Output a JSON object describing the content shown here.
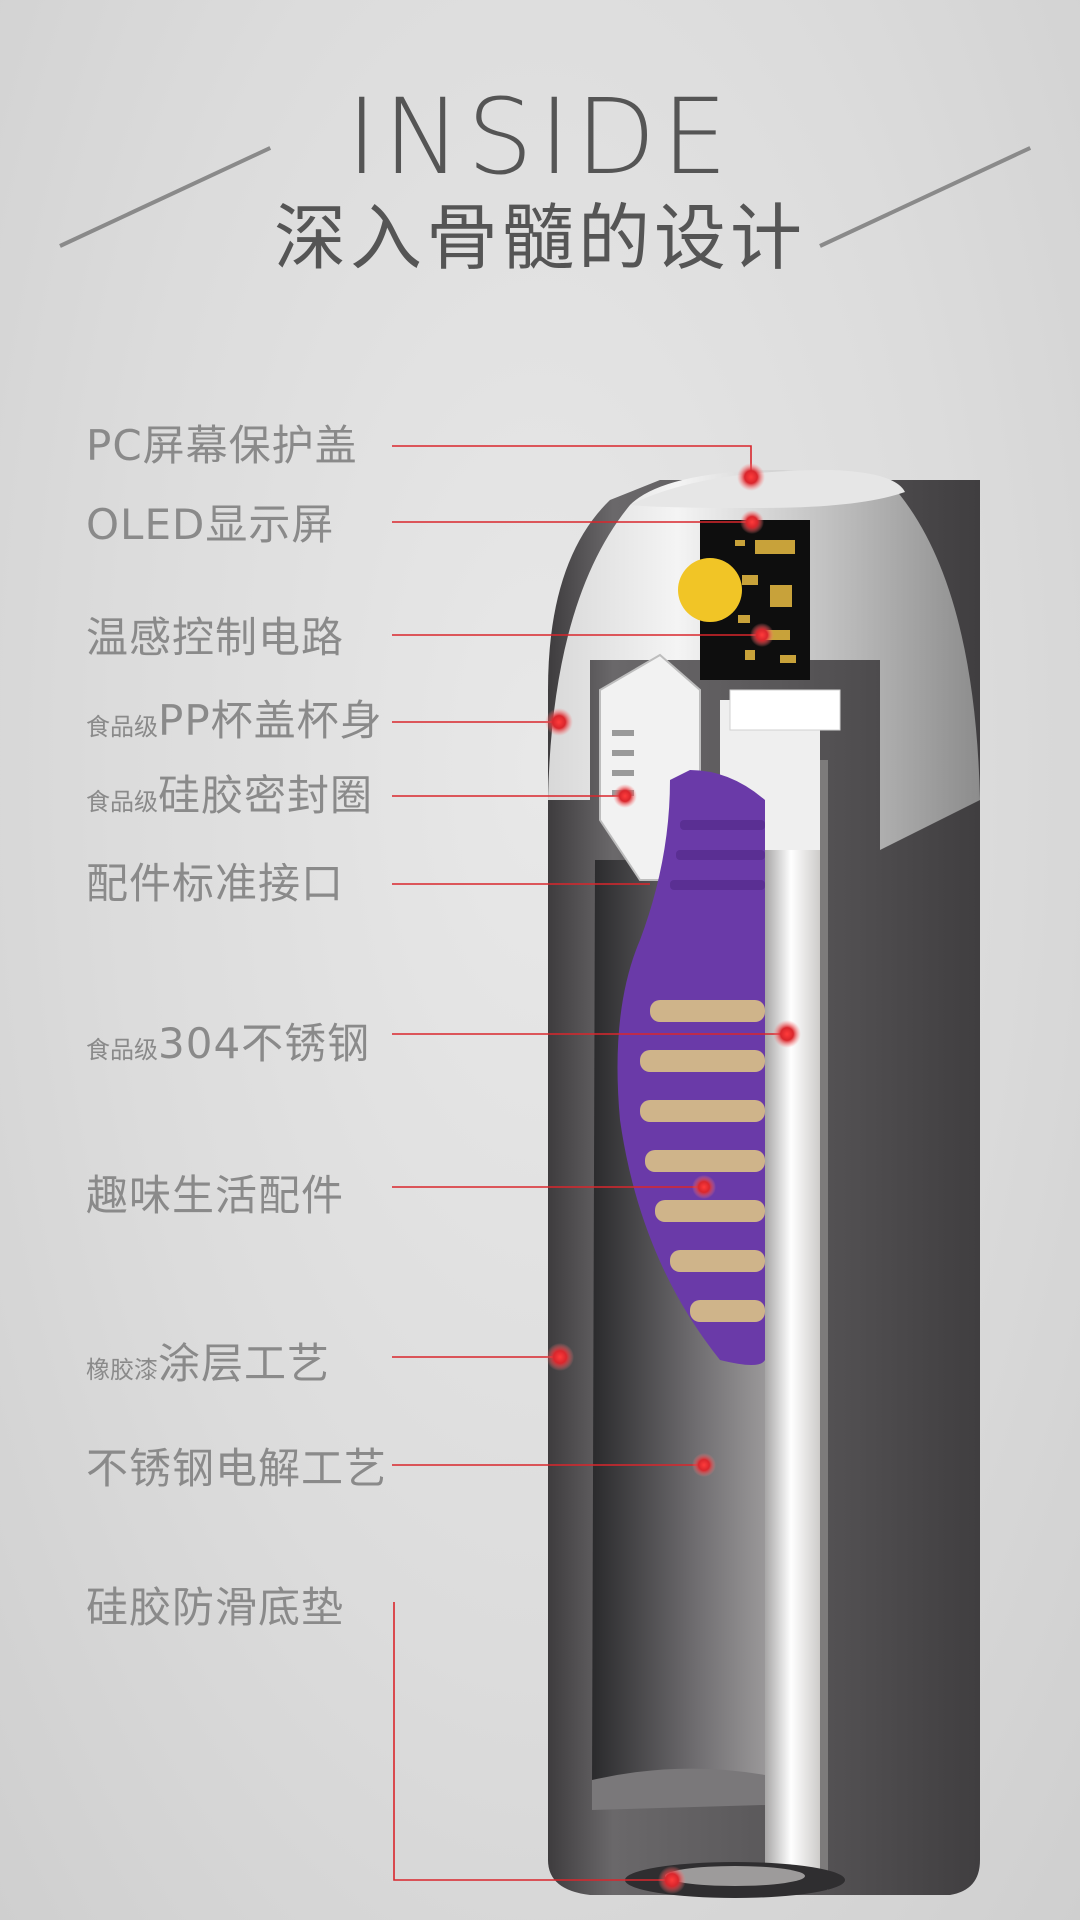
{
  "header": {
    "title_en": "INSIDE",
    "title_zh": "深入骨髓的设计"
  },
  "labels": [
    {
      "id": "pc-cover",
      "prefix": "",
      "text": "PC屏幕保护盖"
    },
    {
      "id": "oled",
      "prefix": "",
      "text": "OLED显示屏"
    },
    {
      "id": "temp-circuit",
      "prefix": "",
      "text": "温感控制电路"
    },
    {
      "id": "pp-body",
      "prefix": "食品级",
      "text": "PP杯盖杯身"
    },
    {
      "id": "silicone-ring",
      "prefix": "食品级",
      "text": "硅胶密封圈"
    },
    {
      "id": "accessory-port",
      "prefix": "",
      "text": "配件标准接口"
    },
    {
      "id": "steel-304",
      "prefix": "食品级",
      "text": "304不锈钢"
    },
    {
      "id": "fun-accessory",
      "prefix": "",
      "text": "趣味生活配件"
    },
    {
      "id": "rubber-coating",
      "prefix": "橡胶漆",
      "text": "涂层工艺"
    },
    {
      "id": "electrolysis",
      "prefix": "",
      "text": "不锈钢电解工艺"
    },
    {
      "id": "anti-slip-pad",
      "prefix": "",
      "text": "硅胶防滑底垫"
    }
  ],
  "colors": {
    "accent_red": "#d9262c",
    "label_gray": "#8a8a8a",
    "title_gray": "#555555",
    "bottle_dark": "#5a585a",
    "infuser_purple": "#6a3aa8"
  }
}
